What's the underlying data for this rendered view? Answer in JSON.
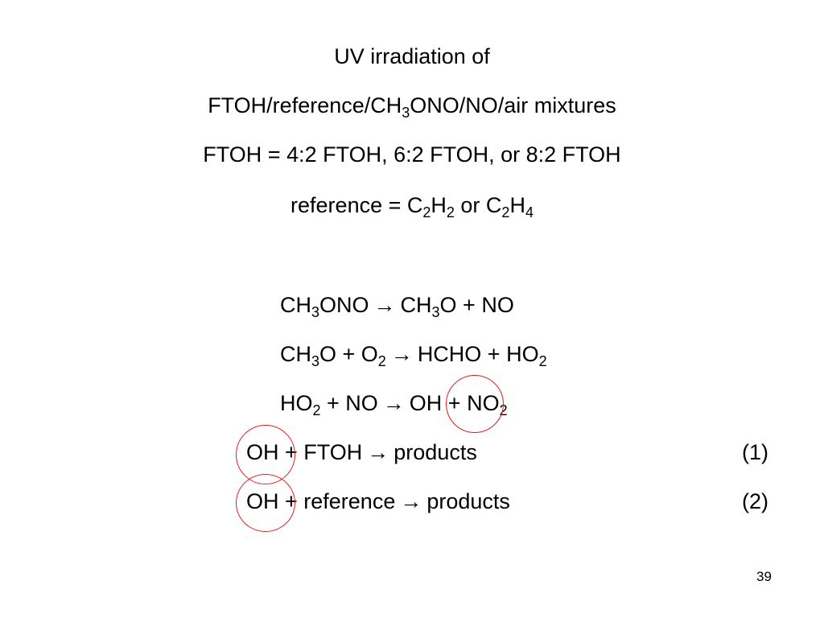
{
  "header": {
    "line1": "UV irradiation of",
    "line2": {
      "pre": "FTOH/reference/CH",
      "sub": "3",
      "post": "ONO/NO/air mixtures"
    },
    "line3": "FTOH = 4:2 FTOH, 6:2 FTOH, or 8:2 FTOH",
    "line4": {
      "a": "reference = C",
      "a_sub1": "2",
      "b": "H",
      "b_sub": "2",
      "c": " or C",
      "c_sub": "2",
      "d": "H",
      "d_sub": "4"
    }
  },
  "reactions": {
    "r1": {
      "ch": "CH",
      "sub1": "3",
      "ono": "ONO",
      "arrow": "→",
      "ch2": "CH",
      "sub2": "3",
      "rest": "O + NO"
    },
    "r2": {
      "ch": "CH",
      "sub1": "3",
      "o": "O + O",
      "sub2": "2",
      "arrow": "→",
      "rest": "HCHO + HO",
      "sub3": "2"
    },
    "r3": {
      "ho": "HO",
      "sub1": "2",
      "mid": " + NO",
      "arrow": "→",
      "oh": "OH",
      "plus": " + NO",
      "sub2": "2"
    },
    "r4": {
      "oh": "OH",
      "mid": " + FTOH",
      "arrow": "→",
      "rest": "products",
      "label": "(1)"
    },
    "r5": {
      "oh": "OH",
      "mid": " + reference",
      "arrow": "→",
      "rest": "products",
      "label": "(2)"
    }
  },
  "page_number": "39",
  "colors": {
    "highlight_circle": "#e02020"
  }
}
